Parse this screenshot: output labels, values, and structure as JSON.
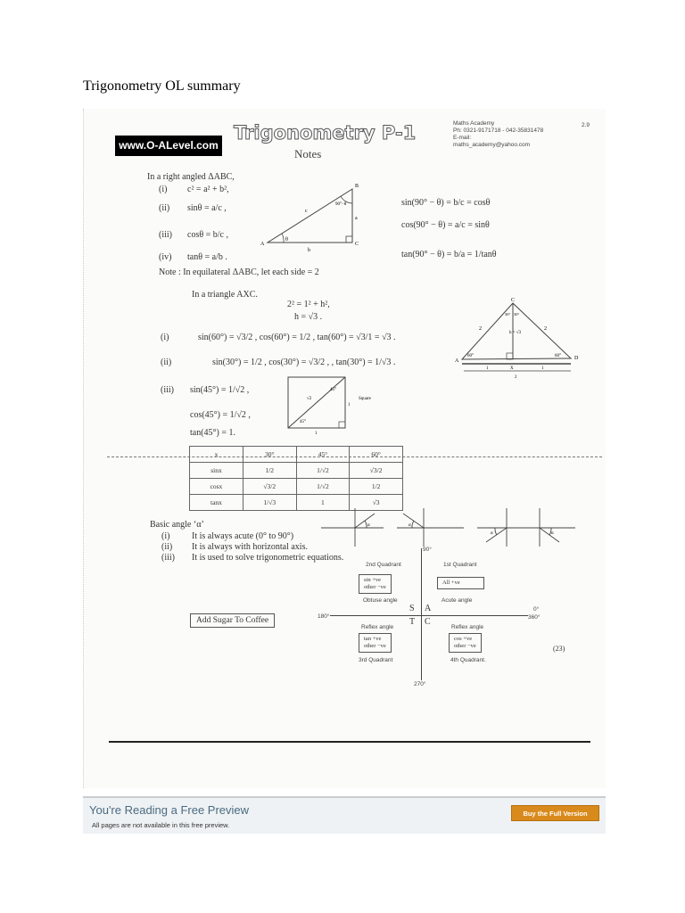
{
  "document": {
    "title": "Trigonometry OL summary"
  },
  "scan": {
    "logo": "www.O-ALevel.com",
    "heading": "Trigonometry P-1",
    "subheading": "Notes",
    "academy": [
      "Maths Academy",
      "Ph: 0321-9171718 - 042-35831478",
      "E-mail:",
      "maths_academy@yahoo.com"
    ],
    "page_mark": "2.9",
    "right_angled": {
      "intro": "In a right angled ΔABC,",
      "items": [
        {
          "n": "(i)",
          "f": "c² = a² + b²,"
        },
        {
          "n": "(ii)",
          "f": "sinθ = a/c ,"
        },
        {
          "n": "(iii)",
          "f": "cosθ = b/c ,"
        },
        {
          "n": "(iv)",
          "f": "tanθ = a/b ."
        }
      ],
      "complements": [
        "sin(90° − θ) = b/c = cosθ",
        "cos(90° − θ) = a/c = sinθ",
        "tan(90° − θ) = b/a = 1/tanθ"
      ],
      "labels": {
        "A": "A",
        "B": "B",
        "C": "C",
        "a": "a",
        "b": "b",
        "c": "c",
        "theta": "θ",
        "comp": "90°−θ"
      }
    },
    "note": "Note :  In equilateral ΔABC, let each side = 2",
    "equilateral": {
      "intro": "In a triangle AXC.",
      "eq1": "2² = 1² + h²,",
      "eq2": "h = √3 .",
      "items": [
        {
          "n": "(i)",
          "f": "sin(60°) = √3/2 ,   cos(60°) = 1/2 ,   tan(60°) = √3/1 = √3 ."
        },
        {
          "n": "(ii)",
          "f": "sin(30°) = 1/2 ,   cos(30°) = √3/2 , ,  tan(30°) = 1/√3 ."
        },
        {
          "n": "(iii)",
          "f": "sin(45°) = 1/√2 ,"
        }
      ],
      "cos45": "cos(45°) = 1/√2 ,",
      "tan45": "tan(45°) = 1.",
      "triangle_labels": {
        "C": "C",
        "A": "A",
        "D": "D",
        "X": "X",
        "two": "2",
        "h": "h = √3",
        "a60": "60°",
        "a30": "30°",
        "one": "1"
      },
      "square_labels": {
        "diag": "√2",
        "a45": "45°",
        "one": "1",
        "name": "Square"
      }
    },
    "table": {
      "headers": [
        "x",
        "30°",
        "45°",
        "60°"
      ],
      "rows": [
        [
          "sinx",
          "1/2",
          "1/√2",
          "√3/2"
        ],
        [
          "cosx",
          "√3/2",
          "1/√2",
          "1/2"
        ],
        [
          "tanx",
          "1/√3",
          "1",
          "√3"
        ]
      ]
    },
    "basic_angle": {
      "title": "Basic angle ‘α’",
      "items": [
        {
          "n": "(i)",
          "t": "It is always acute (0°  to  90°)"
        },
        {
          "n": "(ii)",
          "t": "It is always with horizontal axis."
        },
        {
          "n": "(iii)",
          "t": "It is used to solve trigonometric equations."
        }
      ],
      "alpha": "α"
    },
    "quadrants": {
      "deg90": "90°",
      "deg0": "0°",
      "deg180": "180°",
      "deg360": "360°",
      "deg270": "270°",
      "q1": {
        "name": "1st Quadrant",
        "box": [
          "All +ve"
        ],
        "caption": "Acute angle",
        "letter": "A"
      },
      "q2": {
        "name": "2nd Quadrant",
        "box": [
          "sin +ve",
          "other −ve"
        ],
        "caption": "Obtuse angle",
        "letter": "S"
      },
      "q3": {
        "name": "3rd Quadrant",
        "box": [
          "tan +ve",
          "other −ve"
        ],
        "caption": "Reflex angle",
        "letter": "T"
      },
      "q4": {
        "name": "4th Quadrant.",
        "box": [
          "cos +ve",
          "other −ve"
        ],
        "caption": "Reflex angle",
        "letter": "C"
      }
    },
    "mnemonic": "Add Sugar To Coffee",
    "page_number": "(23)"
  },
  "preview": {
    "title": "You're Reading a Free Preview",
    "subtitle": "All pages are not available in this free preview.",
    "button": "Buy the Full Version",
    "button_color": "#d98a1c"
  }
}
